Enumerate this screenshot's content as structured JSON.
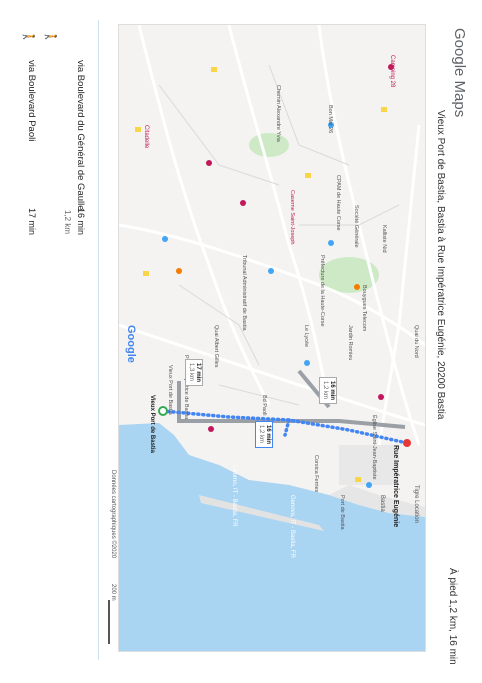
{
  "header": {
    "logo": "Google Maps",
    "title": "Vieux Port de Bastia, Bastia à Rue Impératrice Eugénie, 20200 Bastia",
    "summary": "À pied 1,2 km, 16 min"
  },
  "routes": [
    {
      "name": "via Boulevard du Général de Gaulle",
      "time": "16 min",
      "distance": "1,2 km",
      "icon": "walking-person-icon"
    },
    {
      "name": "via Boulevard Paoli",
      "time": "17 min",
      "icon": "walking-person-icon"
    }
  ],
  "map": {
    "attribution": "Données cartographiques ©2020",
    "scale": "200 m",
    "watermark": "Google",
    "bubbles": [
      {
        "time": "16 min",
        "dist": "1,2 km"
      },
      {
        "time": "16 min",
        "dist": "1,2 km"
      },
      {
        "time": "17 min",
        "dist": "1,3 km"
      }
    ],
    "places": {
      "origin": "Rue Impératrice Eugénie",
      "destination": "Vieux Port de Bastia",
      "p1": "Tigre Location",
      "p2": "Bastia",
      "p3": "Genova, IT - Bastia, FR",
      "p4": "Livorno, IT - Bastia, FR",
      "p5": "Vieux Port de Bastia",
      "p6": "Palais de justice de Bastia",
      "p7": "Quai Albert Gilles",
      "p8": "Église Saint-Jean-Baptiste",
      "p9": "Tribunal Administratif de Bastia",
      "p10": "Le Lycée",
      "p11": "Préfecture de la Haute-Corse",
      "p12": "Camping 28",
      "p13": "Citadelle",
      "p14": "Caserne Saint-Joseph",
      "p15": "CPAM de Haute Corse",
      "p16": "Bon Mat 26",
      "p17": "Chemin Alexandre Yvia",
      "p18": "Kalliste Nid",
      "p19": "Bouygues Telecom",
      "p20": "Jardin Romieu",
      "p21": "Société Générale",
      "p22": "Quai du Nord",
      "p23": "Bd Paoli",
      "p24": "Corsica Ferries",
      "p25": "Port de Bastia"
    }
  },
  "colors": {
    "water": "#a9d4f2",
    "land": "#f4f3f1",
    "route": "#4285f4",
    "marker": "#e53935",
    "park": "#cde9c5"
  }
}
